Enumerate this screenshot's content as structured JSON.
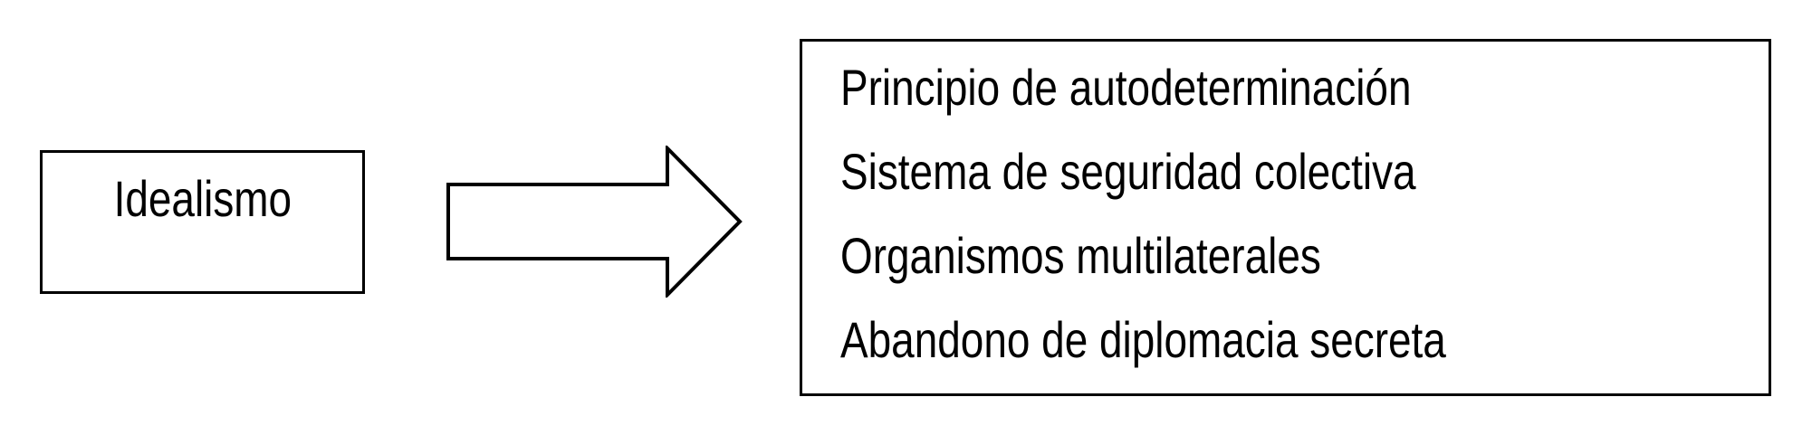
{
  "colors": {
    "ink": "#000000",
    "background": "#ffffff"
  },
  "diagram": {
    "source_box": {
      "label": "Idealismo"
    },
    "arrow": {
      "icon": "right-block-arrow-icon"
    },
    "target_box": {
      "items": [
        "Principio de autodeterminación",
        "Sistema de seguridad colectiva",
        "Organismos multilaterales",
        "Abandono de diplomacia secreta"
      ]
    }
  }
}
